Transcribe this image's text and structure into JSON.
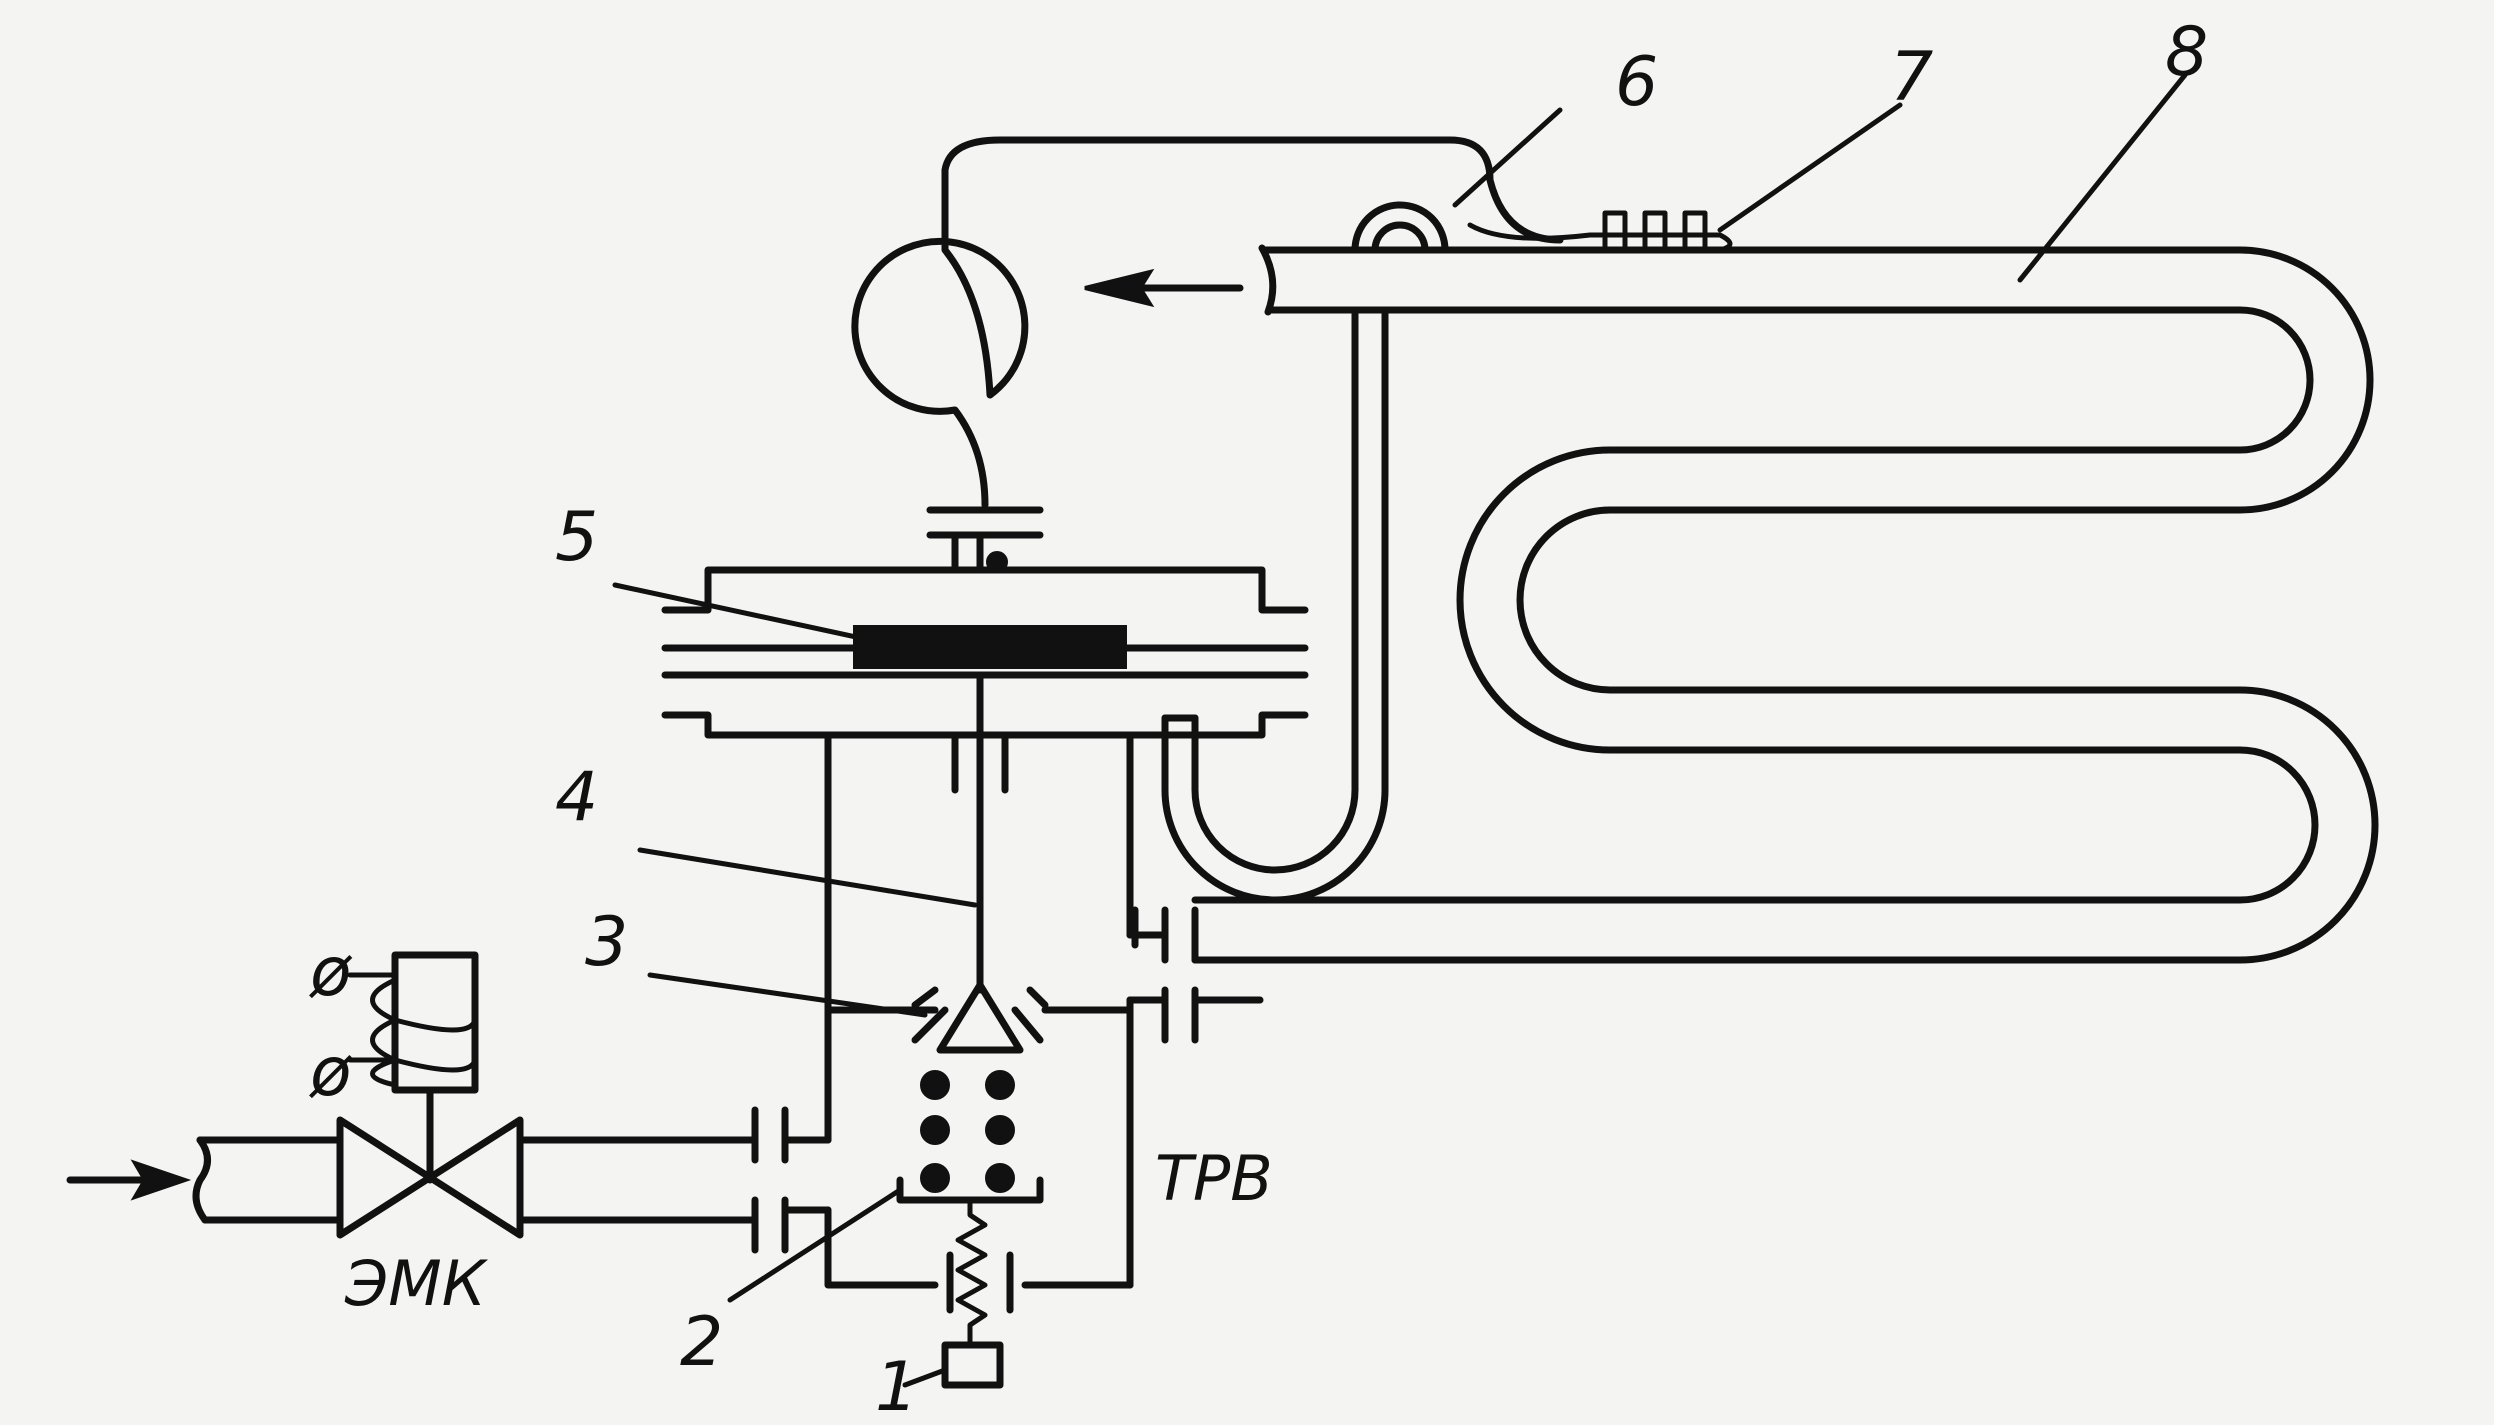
{
  "labels": {
    "n1": "1",
    "n2": "2",
    "n3": "3",
    "n4": "4",
    "n5": "5",
    "n6": "6",
    "n7": "7",
    "n8": "8",
    "emk": "ЭМК",
    "trv": "ТРВ",
    "terminal_top": "ø",
    "terminal_bottom": "ø"
  }
}
